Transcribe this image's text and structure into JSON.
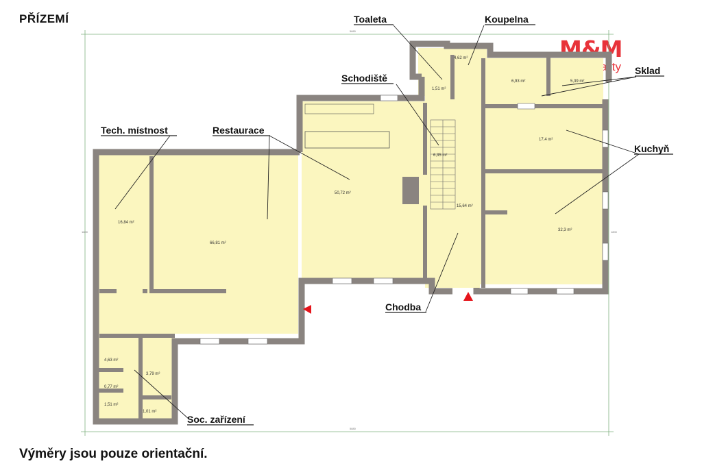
{
  "heading": "PŘÍZEMÍ",
  "footer_note": "Výměry jsou pouze orientační.",
  "logo": {
    "brand": "M&M",
    "sub": "Reality",
    "color": "#e8333a"
  },
  "colors": {
    "wall": "#8a8480",
    "floor": "#fbf6bf",
    "outline": "#333333",
    "entrance": "#e5141b",
    "frame": "#7fb07f"
  },
  "labels": {
    "toaleta": "Toaleta",
    "koupelna": "Koupelna",
    "schodiste": "Schodiště",
    "sklad": "Sklad",
    "tech": "Tech. místnost",
    "restaurace": "Restaurace",
    "kuchyn": "Kuchyň",
    "chodba": "Chodba",
    "soc": "Soc. zařízení"
  },
  "areas": {
    "toaleta": "1,51 m²",
    "koupelna": "4,62 m²",
    "sklad_a": "6,93 m²",
    "sklad_b": "5,39 m²",
    "kuchyn_a": "17,4 m²",
    "schodiste": "6,35 m²",
    "restaurace_bar": "50,72 m²",
    "chodba": "15,64 m²",
    "kuchyn_b": "32,3 m²",
    "tech": "16,84 m²",
    "restaurace": "66,81 m²",
    "soc_a": "4,63 m²",
    "soc_b": "3,79 m²",
    "soc_c": "0,77 m²",
    "soc_d": "1,51 m²",
    "soc_e": "1,01 m²"
  },
  "dimensions": {
    "top": "5880",
    "bottom": "5880",
    "left": "1800",
    "right": "1800"
  }
}
